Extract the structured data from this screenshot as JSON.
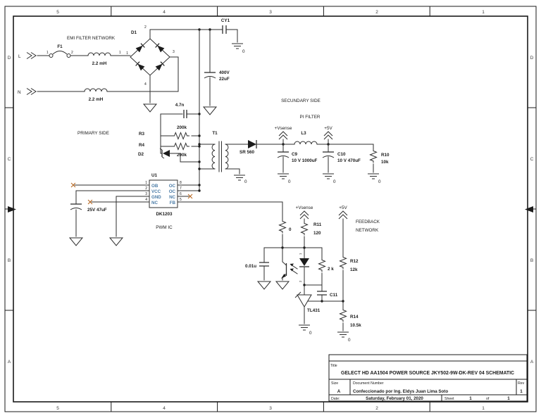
{
  "zones": {
    "cols": [
      "5",
      "4",
      "3",
      "2",
      "1"
    ],
    "rows": [
      "D",
      "C",
      "B",
      "A"
    ]
  },
  "sections": {
    "emi": "EMI FILTER NETWORK",
    "primary": "PRIMARY SIDE",
    "secondary": "SECUNDARY SIDE",
    "pi": "PI FILTER",
    "fb1": "FEEDBACK",
    "fb2": "NETWORK",
    "pwm": "PWM IC"
  },
  "inputs": {
    "l": "L",
    "n": "N"
  },
  "f1": {
    "ref": "F1",
    "p1": "1",
    "p2": "2"
  },
  "l1": {
    "value": "2.2 mH",
    "pin": "1"
  },
  "l2": {
    "value": "2.2 mH"
  },
  "d1": {
    "ref": "D1",
    "p1": "1",
    "p2": "2",
    "p3": "3",
    "p4": "4"
  },
  "cy1": {
    "ref": "CY1"
  },
  "cbulk": {
    "v1": "400V",
    "v2": "22uF"
  },
  "c47n": {
    "value": "4.7n"
  },
  "r3": {
    "ref": "R3",
    "value": "200k"
  },
  "r4": {
    "ref": "R4",
    "value": "200k"
  },
  "d2": {
    "ref": "D2"
  },
  "t1": {
    "ref": "T1"
  },
  "cvcc": {
    "value": "25V 47uF"
  },
  "u1": {
    "ref": "U1",
    "part": "DK1203",
    "pins": {
      "p1": {
        "num": "1",
        "name": "OB"
      },
      "p2": {
        "num": "2",
        "name": "VCC"
      },
      "p3": {
        "num": "3",
        "name": "GND"
      },
      "p4": {
        "num": "4",
        "name": "NC"
      },
      "p5": {
        "num": "5",
        "name": "FB"
      },
      "p6": {
        "num": "6",
        "name": "NC"
      },
      "p7": {
        "num": "7",
        "name": "OC"
      },
      "p8": {
        "num": "8",
        "name": "OC"
      }
    }
  },
  "sr": {
    "ref": "SR 560"
  },
  "l3": {
    "ref": "L3"
  },
  "c9": {
    "ref": "C9",
    "value": "10 V 1000uF"
  },
  "c10": {
    "ref": "C10",
    "value": "10 V 470uF"
  },
  "r10": {
    "ref": "R10",
    "value": "10k"
  },
  "r0": {
    "value": "0"
  },
  "r11": {
    "ref": "R11",
    "value": "120"
  },
  "c001": {
    "value": "0.01u"
  },
  "opto": {
    "p1": "1",
    "p2": "2"
  },
  "r2k": {
    "value": "2 k"
  },
  "c11": {
    "ref": "C11"
  },
  "tl431": {
    "ref": "TL431"
  },
  "r12": {
    "ref": "R12",
    "value": "12k"
  },
  "r14": {
    "ref": "R14",
    "value": "10.5k"
  },
  "nets": {
    "vsense": "+Vsense",
    "v5": "+5V",
    "gnd0": "0"
  },
  "colors": {
    "wire": "#2e2e2e",
    "pin_text": "#4a7ba6",
    "nc_mark": "#b5651d"
  },
  "titleblock": {
    "title_label": "Title",
    "title": "GELECT HD AA1504 POWER SOURCE JKY502-9W-DK-REV 04 SCHEMATIC",
    "size_label": "Size",
    "size": "A",
    "docnum_label": "Document Number",
    "docnum": "Confeccionado por Ing. Eldys Juan Lima Soto",
    "rev_label": "Rev",
    "rev": "1",
    "date_label": "Date:",
    "date": "Saturday, February 01, 2020",
    "sheet_label": "Sheet",
    "sheet": "1",
    "of_label": "of",
    "total": "1"
  }
}
